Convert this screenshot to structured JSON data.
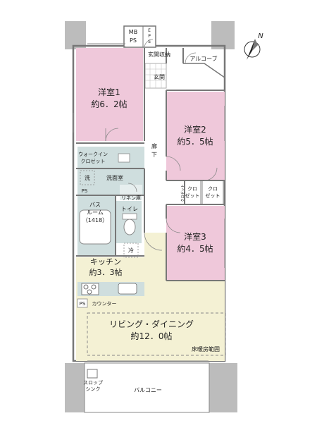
{
  "rooms": {
    "western1_name": "洋室1",
    "western1_size": "約6．2帖",
    "western2_name": "洋室2",
    "western2_size": "約5．5帖",
    "western3_name": "洋室3",
    "western3_size": "約4．5帖",
    "ldk_name": "リビング・ダイニング",
    "ldk_size": "約12．0帖",
    "kitchen_name": "キッチン",
    "kitchen_size": "約3．3帖"
  },
  "labels": {
    "mb": "MB",
    "ps": "PS",
    "eps1": "E",
    "eps2": "P",
    "eps3": "S",
    "shoe_storage": "玄関収納",
    "entrance": "玄関",
    "alcove": "アルコーブ",
    "corridor1": "廊",
    "corridor2": "下",
    "walkin_closet1": "ウォークイン",
    "walkin_closet2": "クロゼット",
    "wash_mark": "洗",
    "washroom": "洗面室",
    "ps_wash": "PS",
    "linen": "リネン庫",
    "bath1": "バス",
    "bath2": "ルーム",
    "bath3": "（1418）",
    "toilet": "トイレ",
    "fridge": "冷",
    "closet_a1": "クロ",
    "closet_a2": "ゼット",
    "closet_b1": "クロ",
    "closet_b2": "ゼット",
    "closet_narrow": "クロゼット",
    "ps_kitchen": "PS",
    "counter": "カウンター",
    "floor_heating": "床暖房範囲",
    "slop_sink1": "スロップ",
    "slop_sink2": "シンク",
    "balcony": "バルコニー",
    "north": "N"
  },
  "colors": {
    "western_room": "#efc8da",
    "ldk": "#f4f1d4",
    "wet_area": "#cfdede",
    "hall": "#ffffff",
    "wall": "#7a7a7a",
    "column": "#b9b9b9"
  }
}
